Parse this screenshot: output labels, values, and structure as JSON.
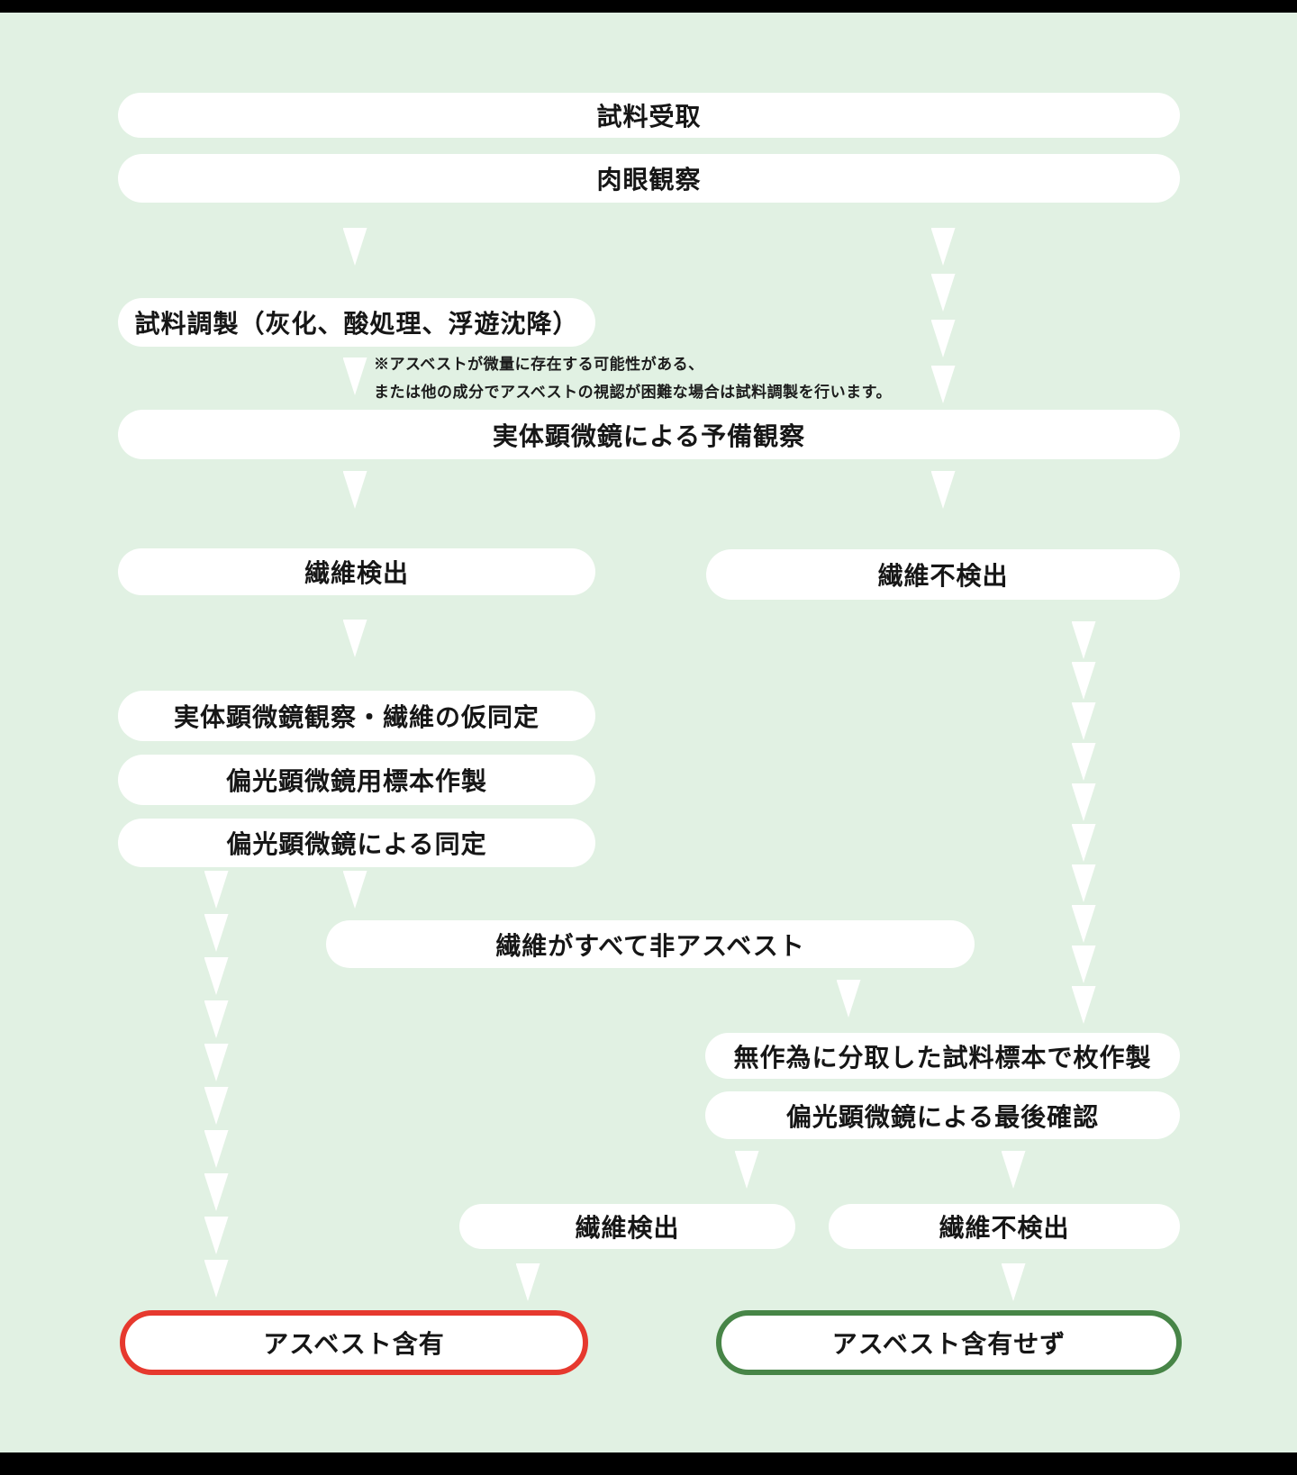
{
  "page": {
    "background_color": "#e1f1e3",
    "top_bottom_bar_color": "#000000",
    "node_fill_color": "#ffffff",
    "arrow_color": "#ffffff",
    "text_color": "#161616"
  },
  "nodes": {
    "sample_receipt": {
      "label": "試料受取"
    },
    "visual_observation": {
      "label": "肉眼観察"
    },
    "sample_preparation": {
      "label": "試料調製（灰化、酸処理、浮遊沈降）"
    },
    "stereo_preliminary_observation": {
      "label": "実体顕微鏡による予備観察"
    },
    "fiber_detected_1": {
      "label": "繊維検出"
    },
    "fiber_not_detected_1": {
      "label": "繊維不検出"
    },
    "stereo_observation_tentative_id": {
      "label": "実体顕微鏡観察・繊維の仮同定"
    },
    "plm_specimen_preparation": {
      "label": "偏光顕微鏡用標本作製"
    },
    "plm_identification": {
      "label": "偏光顕微鏡による同定"
    },
    "all_fibers_non_asbestos": {
      "label": "繊維がすべて非アスベスト"
    },
    "random_sample_specimen": {
      "label": "無作為に分取した試料標本で枚作製"
    },
    "plm_final_check": {
      "label": "偏光顕微鏡による最後確認"
    },
    "fiber_detected_2": {
      "label": "繊維検出"
    },
    "fiber_not_detected_2": {
      "label": "繊維不検出"
    }
  },
  "note": {
    "line1": "※アスベストが微量に存在する可能性がある、",
    "line2": "または他の成分でアスベストの視認が困難な場合は試料調製を行います。"
  },
  "results": {
    "positive": {
      "label": "アスベスト含有",
      "border_color": "#e6392e"
    },
    "negative": {
      "label": "アスベスト含有せず",
      "border_color": "#478547"
    }
  }
}
